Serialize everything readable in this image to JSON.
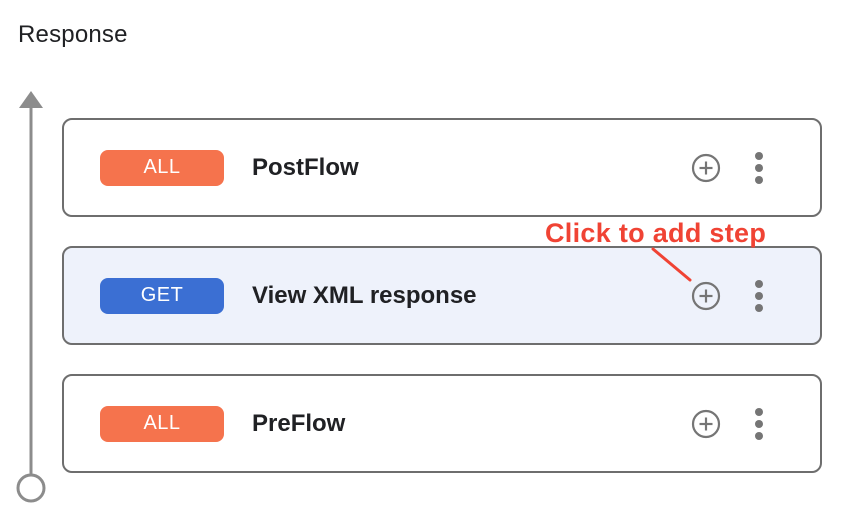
{
  "section": {
    "title": "Response"
  },
  "annotation": {
    "text": "Click to add step",
    "color": "#F04334"
  },
  "flow": {
    "direction": "up",
    "cards": [
      {
        "method": "ALL",
        "label": "PostFlow",
        "method_color": "#F5734D",
        "highlighted": false
      },
      {
        "method": "GET",
        "label": "View XML response",
        "method_color": "#3B6FD3",
        "highlighted": true,
        "highlight_color": "#EEF2FB"
      },
      {
        "method": "ALL",
        "label": "PreFlow",
        "method_color": "#F5734D",
        "highlighted": false
      }
    ]
  },
  "icons": {
    "add_step": "plus-circle-icon",
    "more_options": "more-vertical-icon",
    "flow_direction": "up-arrow-with-origin-circle"
  },
  "colors": {
    "card_border": "#6E6E6E",
    "icon_gray": "#757575",
    "arrow_gray": "#8C8C8C",
    "text_dark": "#202124"
  }
}
